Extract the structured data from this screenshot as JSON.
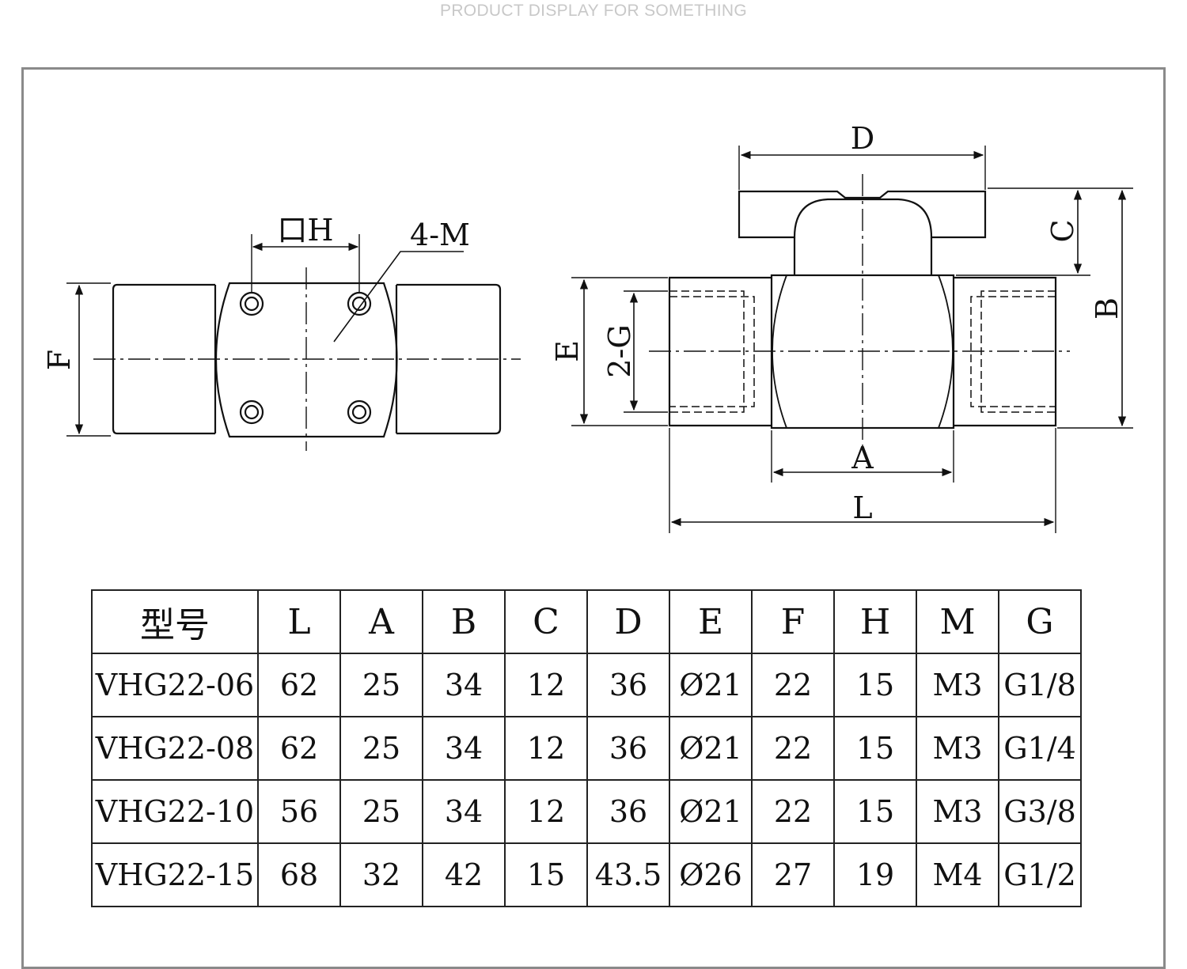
{
  "header": {
    "caption": "PRODUCT DISPLAY FOR SOMETHING"
  },
  "drawing": {
    "top_view_labels": {
      "h": "口H",
      "m": "4-M",
      "f": "F"
    },
    "side_view_labels": {
      "d": "D",
      "c": "C",
      "b": "B",
      "e": "E",
      "g": "2-G",
      "a": "A",
      "l": "L"
    }
  },
  "table": {
    "headers": [
      "型号",
      "L",
      "A",
      "B",
      "C",
      "D",
      "E",
      "F",
      "H",
      "M",
      "G"
    ],
    "rows": [
      [
        "VHG22-06",
        "62",
        "25",
        "34",
        "12",
        "36",
        "Ø21",
        "22",
        "15",
        "M3",
        "G1/8"
      ],
      [
        "VHG22-08",
        "62",
        "25",
        "34",
        "12",
        "36",
        "Ø21",
        "22",
        "15",
        "M3",
        "G1/4"
      ],
      [
        "VHG22-10",
        "56",
        "25",
        "34",
        "12",
        "36",
        "Ø21",
        "22",
        "15",
        "M3",
        "G3/8"
      ],
      [
        "VHG22-15",
        "68",
        "32",
        "42",
        "15",
        "43.5",
        "Ø26",
        "27",
        "19",
        "M4",
        "G1/2"
      ]
    ]
  }
}
